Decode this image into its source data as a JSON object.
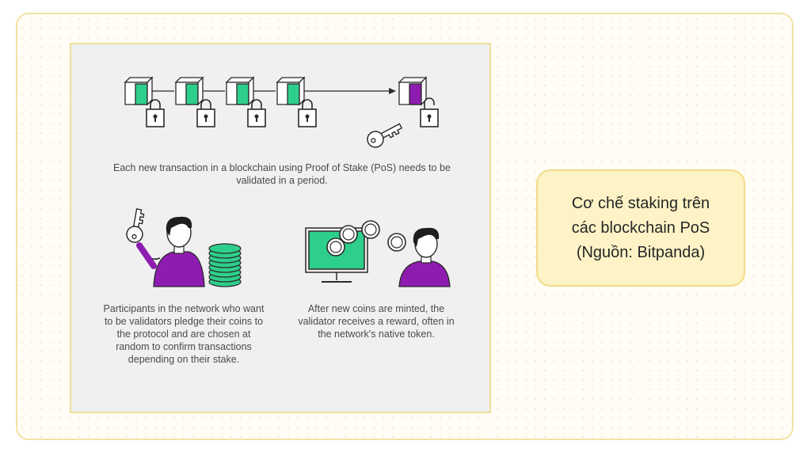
{
  "diagram": {
    "caption_top": "Each new transaction in a blockchain using Proof of Stake (PoS) needs to be validated in a period.",
    "caption_left": "Participants in the network who want to be validators pledge their coins to the protocol and are chosen at random to confirm transactions depending on their stake.",
    "caption_right": "After new coins are minted, the validator receives a reward, often in the network's native token."
  },
  "note": {
    "text": "Cơ chế staking trên\ncác blockchain PoS\n(Nguồn: Bitpanda)"
  },
  "colors": {
    "green": "#2ecf8b",
    "purple": "#8e1cb0",
    "accent": "#f2dc87"
  }
}
